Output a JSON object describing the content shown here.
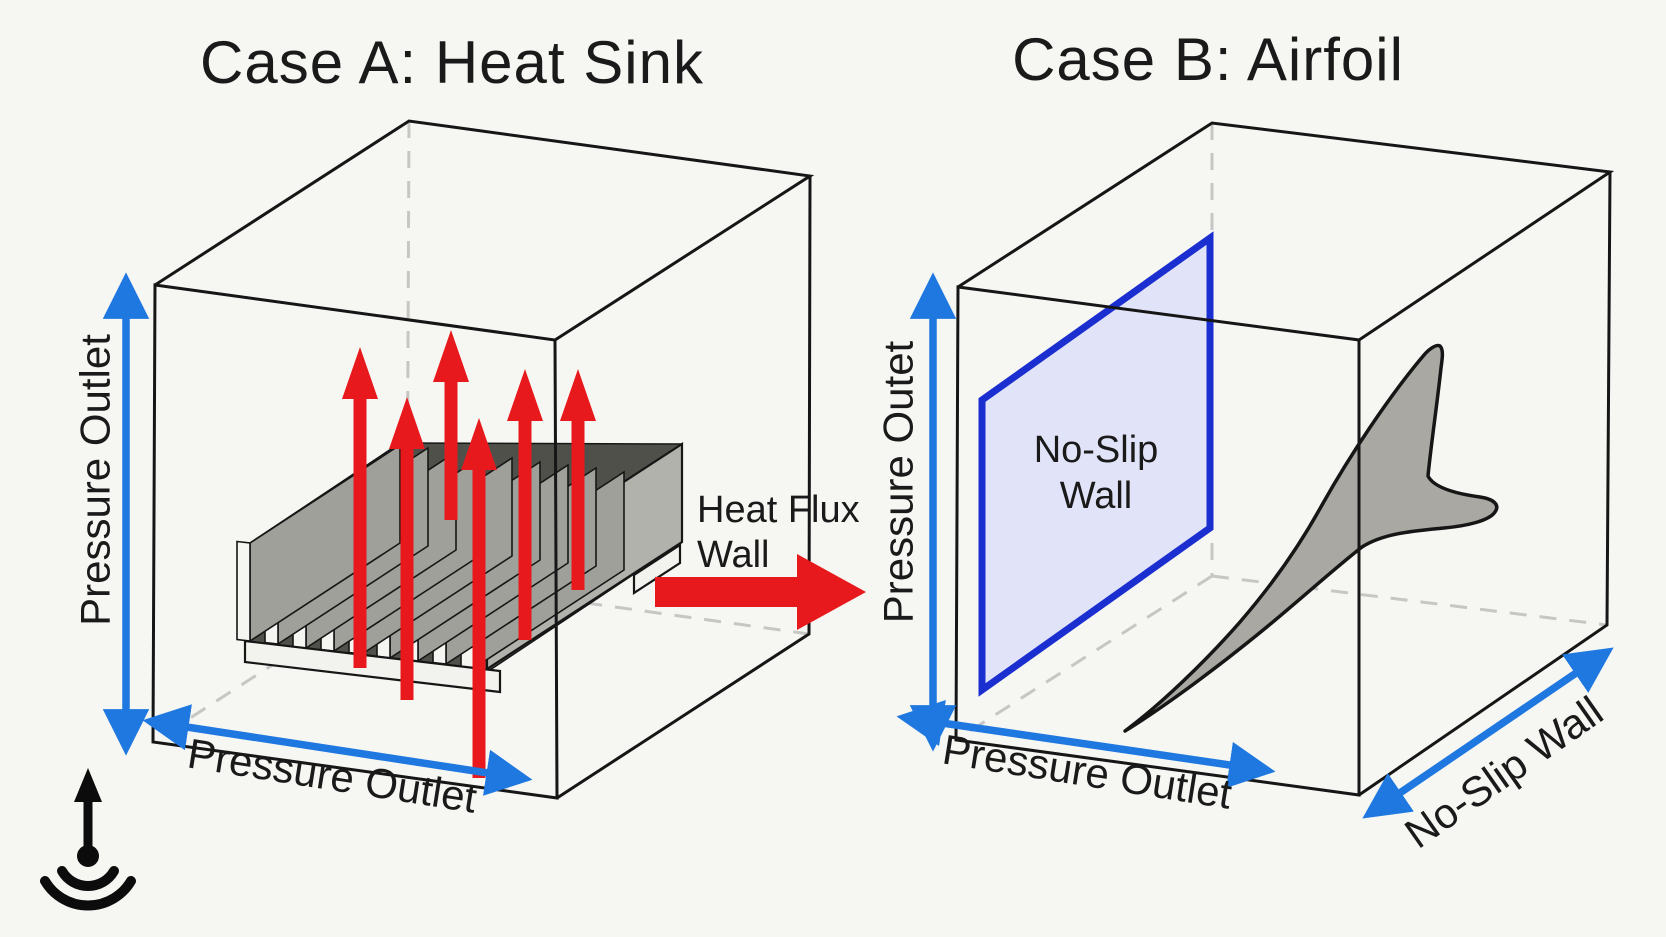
{
  "figure": {
    "case_a": {
      "title": "Case A: Heat Sink",
      "left_label": "Pressure Outlet",
      "bottom_label": "Pressure Outlet",
      "heat_flux_label_line1": "Heat Flux",
      "heat_flux_label_line2": "Wall"
    },
    "case_b": {
      "title": "Case B: Airfoil",
      "left_label": "Pressure Outet",
      "bottom_label": "Pressure Outlet",
      "plane_label_line1": "No-Slip",
      "plane_label_line2": "Wall",
      "edge_label": "No-Slip Wall"
    },
    "icons": {
      "gravity_axis": "up-arrow-with-ripple"
    },
    "colors": {
      "background": "#f6f6f3",
      "outline": "#161616",
      "arrow_blue": "#1e78e0",
      "arrow_red": "#e8191c",
      "plane_fill": "#dfe2f7",
      "plane_border": "#1b2fd0",
      "airfoil_fill": "#a9a8a2",
      "hidden_edge": "#c6c6c4",
      "text": "#1a1a1a"
    }
  }
}
